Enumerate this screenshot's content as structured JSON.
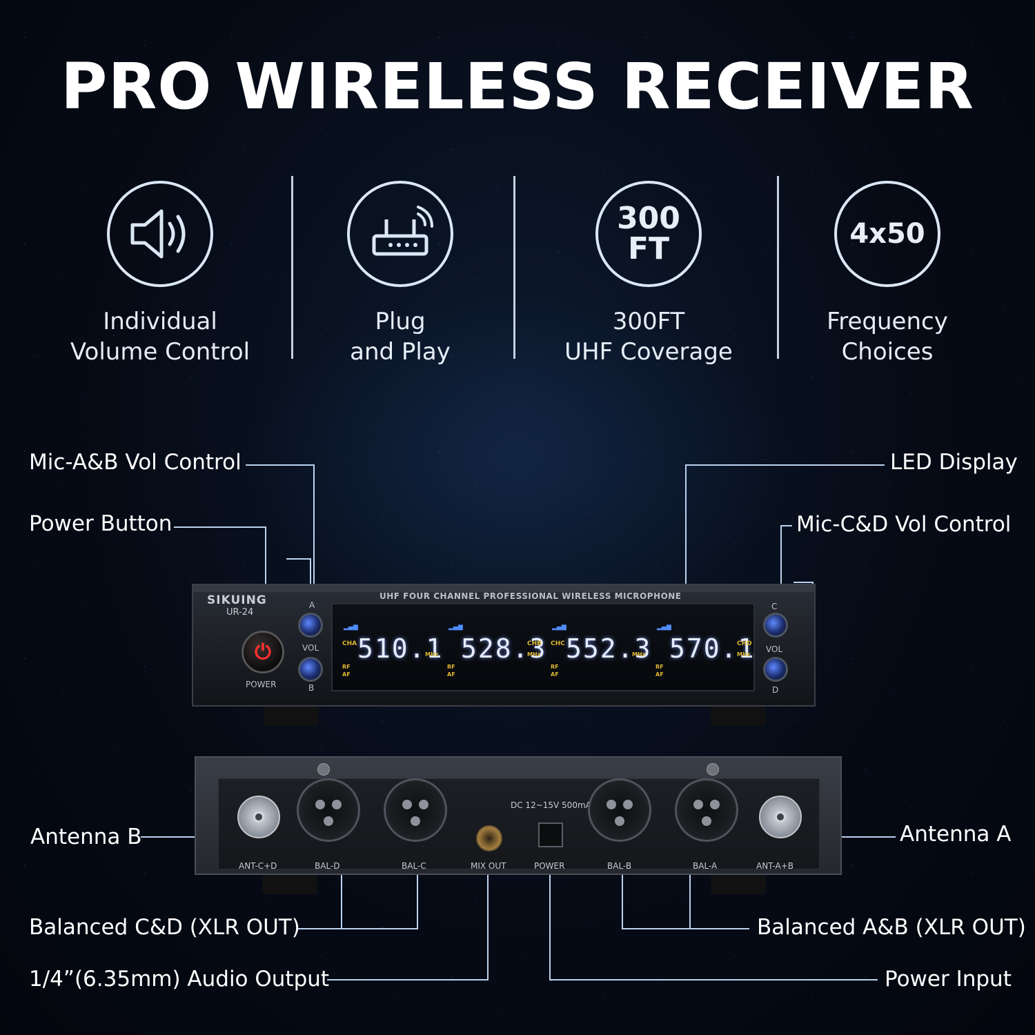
{
  "title": "PRO WIRELESS RECEIVER",
  "features": [
    {
      "icon": "speaker-icon",
      "label": "Individual\nVolume Control"
    },
    {
      "icon": "router-icon",
      "label": "Plug\nand Play"
    },
    {
      "icon_text_line1": "300",
      "icon_text_line2": "FT",
      "label": "300FT\nUHF Coverage"
    },
    {
      "icon_text": "4x50",
      "label": "Frequency\nChoices"
    }
  ],
  "callouts": {
    "mic_ab_vol": "Mic-A&B Vol Control",
    "power_button": "Power Button",
    "led_display": "LED Display",
    "mic_cd_vol": "Mic-C&D Vol Control",
    "antenna_b": "Antenna B",
    "antenna_a": "Antenna A",
    "balanced_cd": "Balanced C&D (XLR OUT)",
    "balanced_ab": "Balanced A&B (XLR OUT)",
    "audio_output": "1/4”(6.35mm)  Audio Output",
    "power_input": "Power Input"
  },
  "front_panel": {
    "brand": "SIKUING",
    "model": "UR-24",
    "heading": "UHF FOUR CHANNEL PROFESSIONAL WIRELESS MICROPHONE",
    "power_label": "POWER",
    "vol_label": "VOL",
    "knob_labels": [
      "A",
      "B",
      "C",
      "D"
    ],
    "channels": [
      {
        "ch": "CHA",
        "freq": "510.1",
        "unit": "MHz"
      },
      {
        "ch": "CHB",
        "freq": "528.3",
        "unit": "MHz"
      },
      {
        "ch": "CHC",
        "freq": "552.3",
        "unit": "MHz"
      },
      {
        "ch": "CHD",
        "freq": "570.1",
        "unit": "MHz"
      }
    ],
    "rf": "RF",
    "af": "AF"
  },
  "back_panel": {
    "dc_label": "DC 12~15V 500mA",
    "ports": [
      "ANT-C+D",
      "BAL-D",
      "BAL-C",
      "MIX OUT",
      "POWER",
      "BAL-B",
      "BAL-A",
      "ANT-A+B"
    ]
  }
}
